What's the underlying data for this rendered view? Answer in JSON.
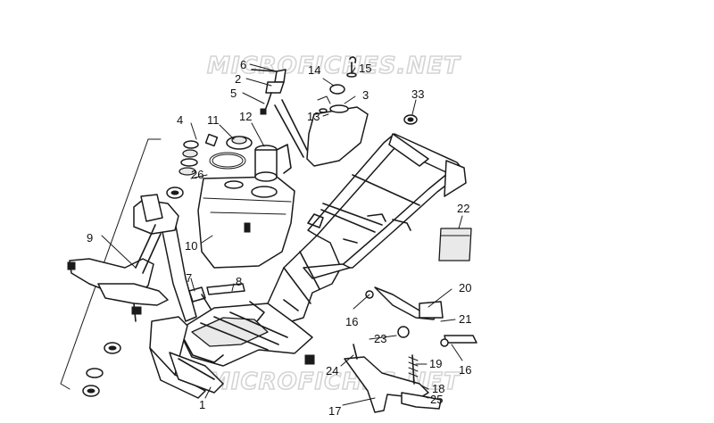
{
  "watermark": {
    "text": "MICROFICHES.NET"
  },
  "callouts": [
    {
      "id": "c1",
      "text": "1"
    },
    {
      "id": "c2",
      "text": "2"
    },
    {
      "id": "c3",
      "text": "3"
    },
    {
      "id": "c4",
      "text": "4"
    },
    {
      "id": "c5",
      "text": "5"
    },
    {
      "id": "c6",
      "text": "6"
    },
    {
      "id": "c7",
      "text": "7"
    },
    {
      "id": "c8",
      "text": "8"
    },
    {
      "id": "c9",
      "text": "9"
    },
    {
      "id": "c10",
      "text": "10"
    },
    {
      "id": "c11",
      "text": "11"
    },
    {
      "id": "c12",
      "text": "12"
    },
    {
      "id": "c13",
      "text": "13"
    },
    {
      "id": "c14",
      "text": "14"
    },
    {
      "id": "c15",
      "text": "15"
    },
    {
      "id": "c16a",
      "text": "16"
    },
    {
      "id": "c16b",
      "text": "16"
    },
    {
      "id": "c17",
      "text": "17"
    },
    {
      "id": "c18",
      "text": "18"
    },
    {
      "id": "c19",
      "text": "19"
    },
    {
      "id": "c20",
      "text": "20"
    },
    {
      "id": "c21",
      "text": "21"
    },
    {
      "id": "c22",
      "text": "22"
    },
    {
      "id": "c23",
      "text": "23"
    },
    {
      "id": "c24",
      "text": "24"
    },
    {
      "id": "c25",
      "text": "25"
    },
    {
      "id": "c26",
      "text": "26"
    },
    {
      "id": "c33",
      "text": "33"
    }
  ]
}
